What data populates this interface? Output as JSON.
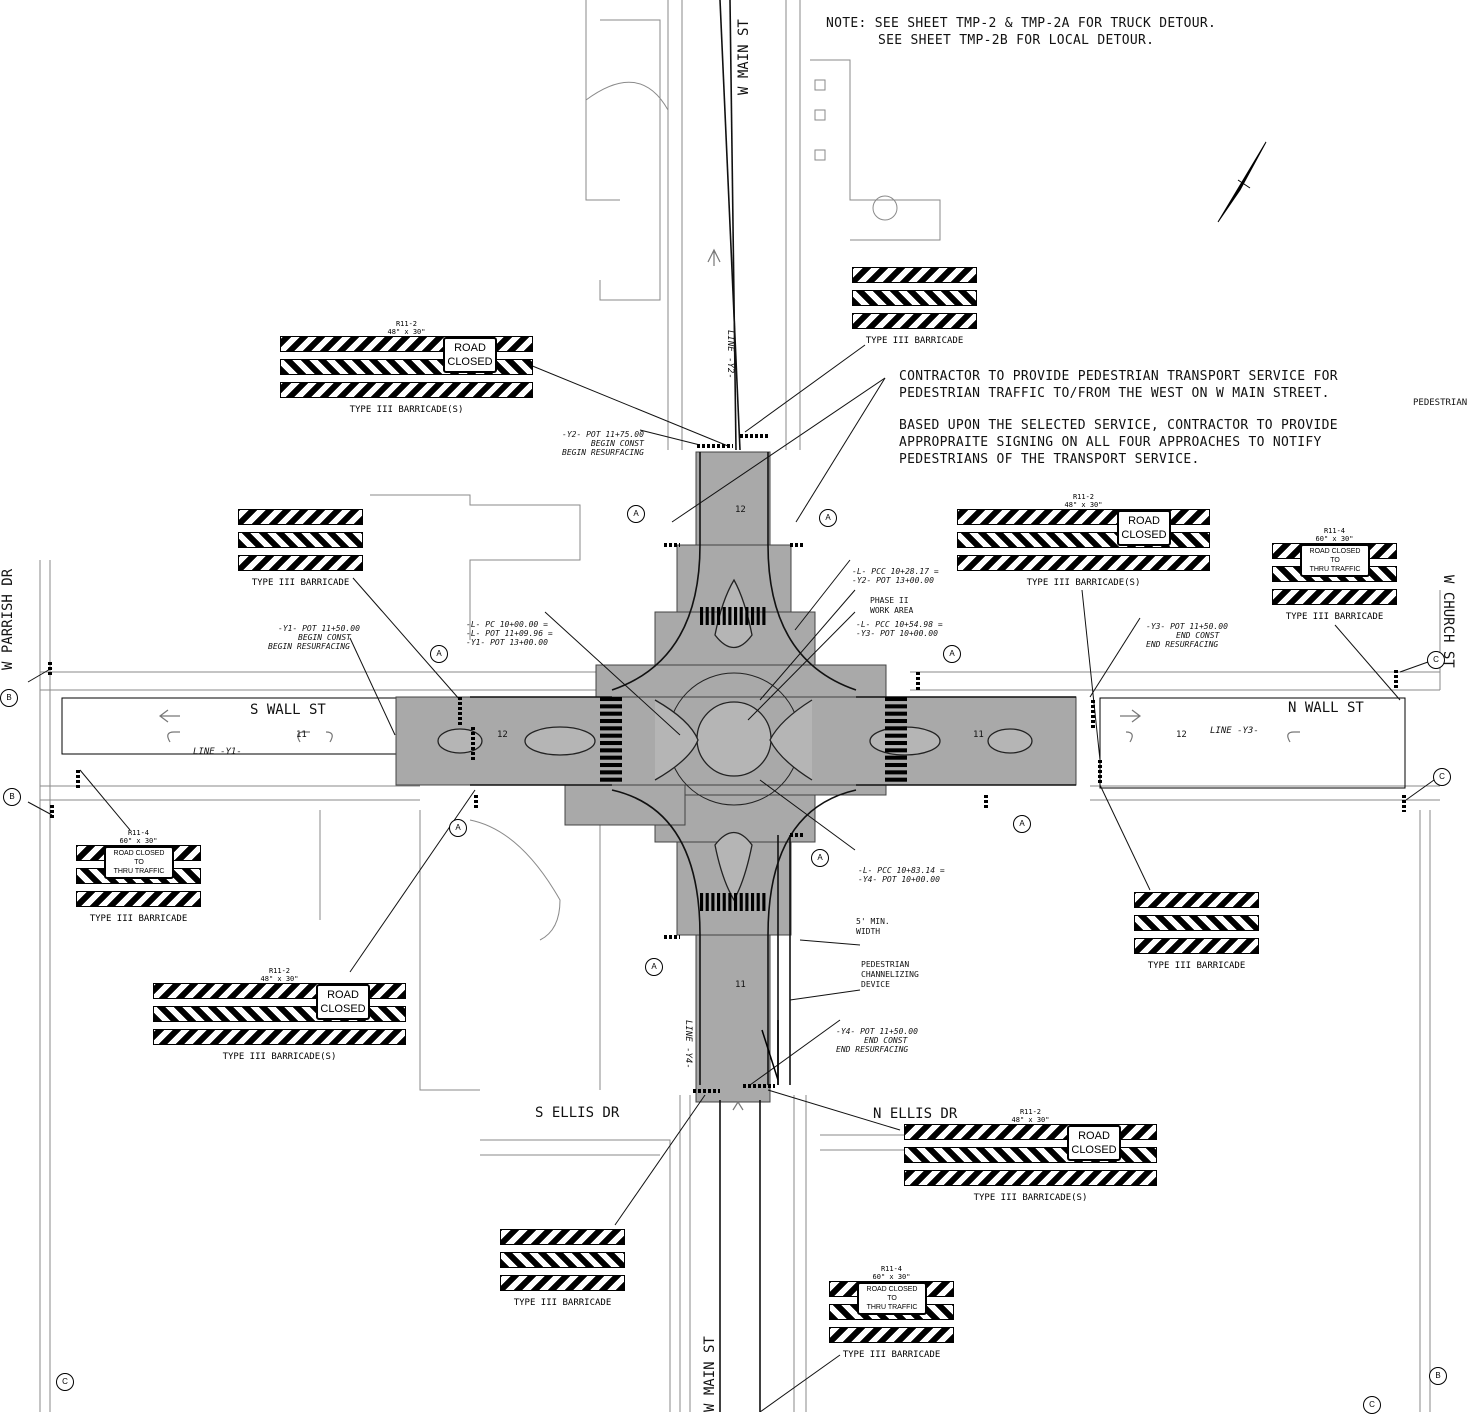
{
  "note": {
    "line1": "NOTE: SEE SHEET TMP-2 & TMP-2A FOR TRUCK DETOUR.",
    "line2": "SEE SHEET TMP-2B FOR LOCAL DETOUR."
  },
  "contractor_note": {
    "line1": "CONTRACTOR TO PROVIDE PEDESTRIAN TRANSPORT SERVICE FOR",
    "line2": "PEDESTRIAN TRAFFIC TO/FROM THE WEST ON W MAIN STREET.",
    "line3": "BASED UPON THE SELECTED SERVICE, CONTRACTOR TO PROVIDE",
    "line4": "APPROPRAITE SIGNING ON ALL FOUR APPROACHES TO NOTIFY",
    "line5": "PEDESTRIANS OF THE TRANSPORT SERVICE."
  },
  "edge_label": "PEDESTRIAN",
  "streets": {
    "w_main_top": "W MAIN ST",
    "w_main_bottom": "W MAIN ST",
    "s_wall": "S WALL ST",
    "n_wall": "N WALL ST",
    "s_ellis": "S ELLIS DR",
    "n_ellis": "N ELLIS DR",
    "w_parrish": "W PARRISH DR",
    "w_church": "W CHURCH ST"
  },
  "lines": {
    "y1": "LINE -Y1-",
    "y2": "LINE -Y2-",
    "y3": "LINE -Y3-",
    "y4": "LINE -Y4-"
  },
  "stations": {
    "y2_begin": [
      "-Y2- POT 11+75.00",
      "BEGIN CONST",
      "BEGIN RESURFACING"
    ],
    "y1_begin": [
      "-Y1- POT 11+50.00",
      "BEGIN CONST",
      "BEGIN RESURFACING"
    ],
    "l_pc": [
      "-L- PC 10+00.00 =",
      "-L- POT 11+09.96 =",
      "-Y1- POT 13+00.00"
    ],
    "l_pcc_y2": [
      "-L- PCC 10+28.17 =",
      "-Y2- POT 13+00.00"
    ],
    "phase": [
      "PHASE II",
      "WORK AREA"
    ],
    "l_pcc_y3": [
      "-L- PCC 10+54.98 =",
      "-Y3- POT 10+00.00"
    ],
    "y3_end": [
      "-Y3- POT 11+50.00",
      "END CONST",
      "END RESURFACING"
    ],
    "l_pcc_y4": [
      "-L- PCC 10+83.14 =",
      "-Y4- POT 10+00.00"
    ],
    "y4_end": [
      "-Y4- POT 11+50.00",
      "END CONST",
      "END RESURFACING"
    ],
    "min_width": [
      "5' MIN.",
      "WIDTH"
    ],
    "channel": [
      "PEDESTRIAN",
      "CHANNELIZING",
      "DEVICE"
    ]
  },
  "sign_codes": {
    "r11_2": "R11-2",
    "r11_2_size": "48\" x 30\"",
    "r11_4": "R11-4",
    "r11_4_size": "60\" x 30\""
  },
  "signs": {
    "road_closed_1": "ROAD",
    "road_closed_2": "CLOSED",
    "thru_1": "ROAD CLOSED",
    "thru_2": "TO",
    "thru_3": "THRU TRAFFIC"
  },
  "captions": {
    "type3": "TYPE III BARRICADE",
    "type3s": "TYPE III BARRICADE(S)"
  },
  "markers": {
    "a": "A",
    "b": "B",
    "c": "C"
  },
  "lane_numbers": {
    "n11": "11",
    "n12": "12"
  },
  "colors": {
    "work_area": "#a9a9a9",
    "linework": "#000000",
    "ghost": "#8a8a8a"
  }
}
